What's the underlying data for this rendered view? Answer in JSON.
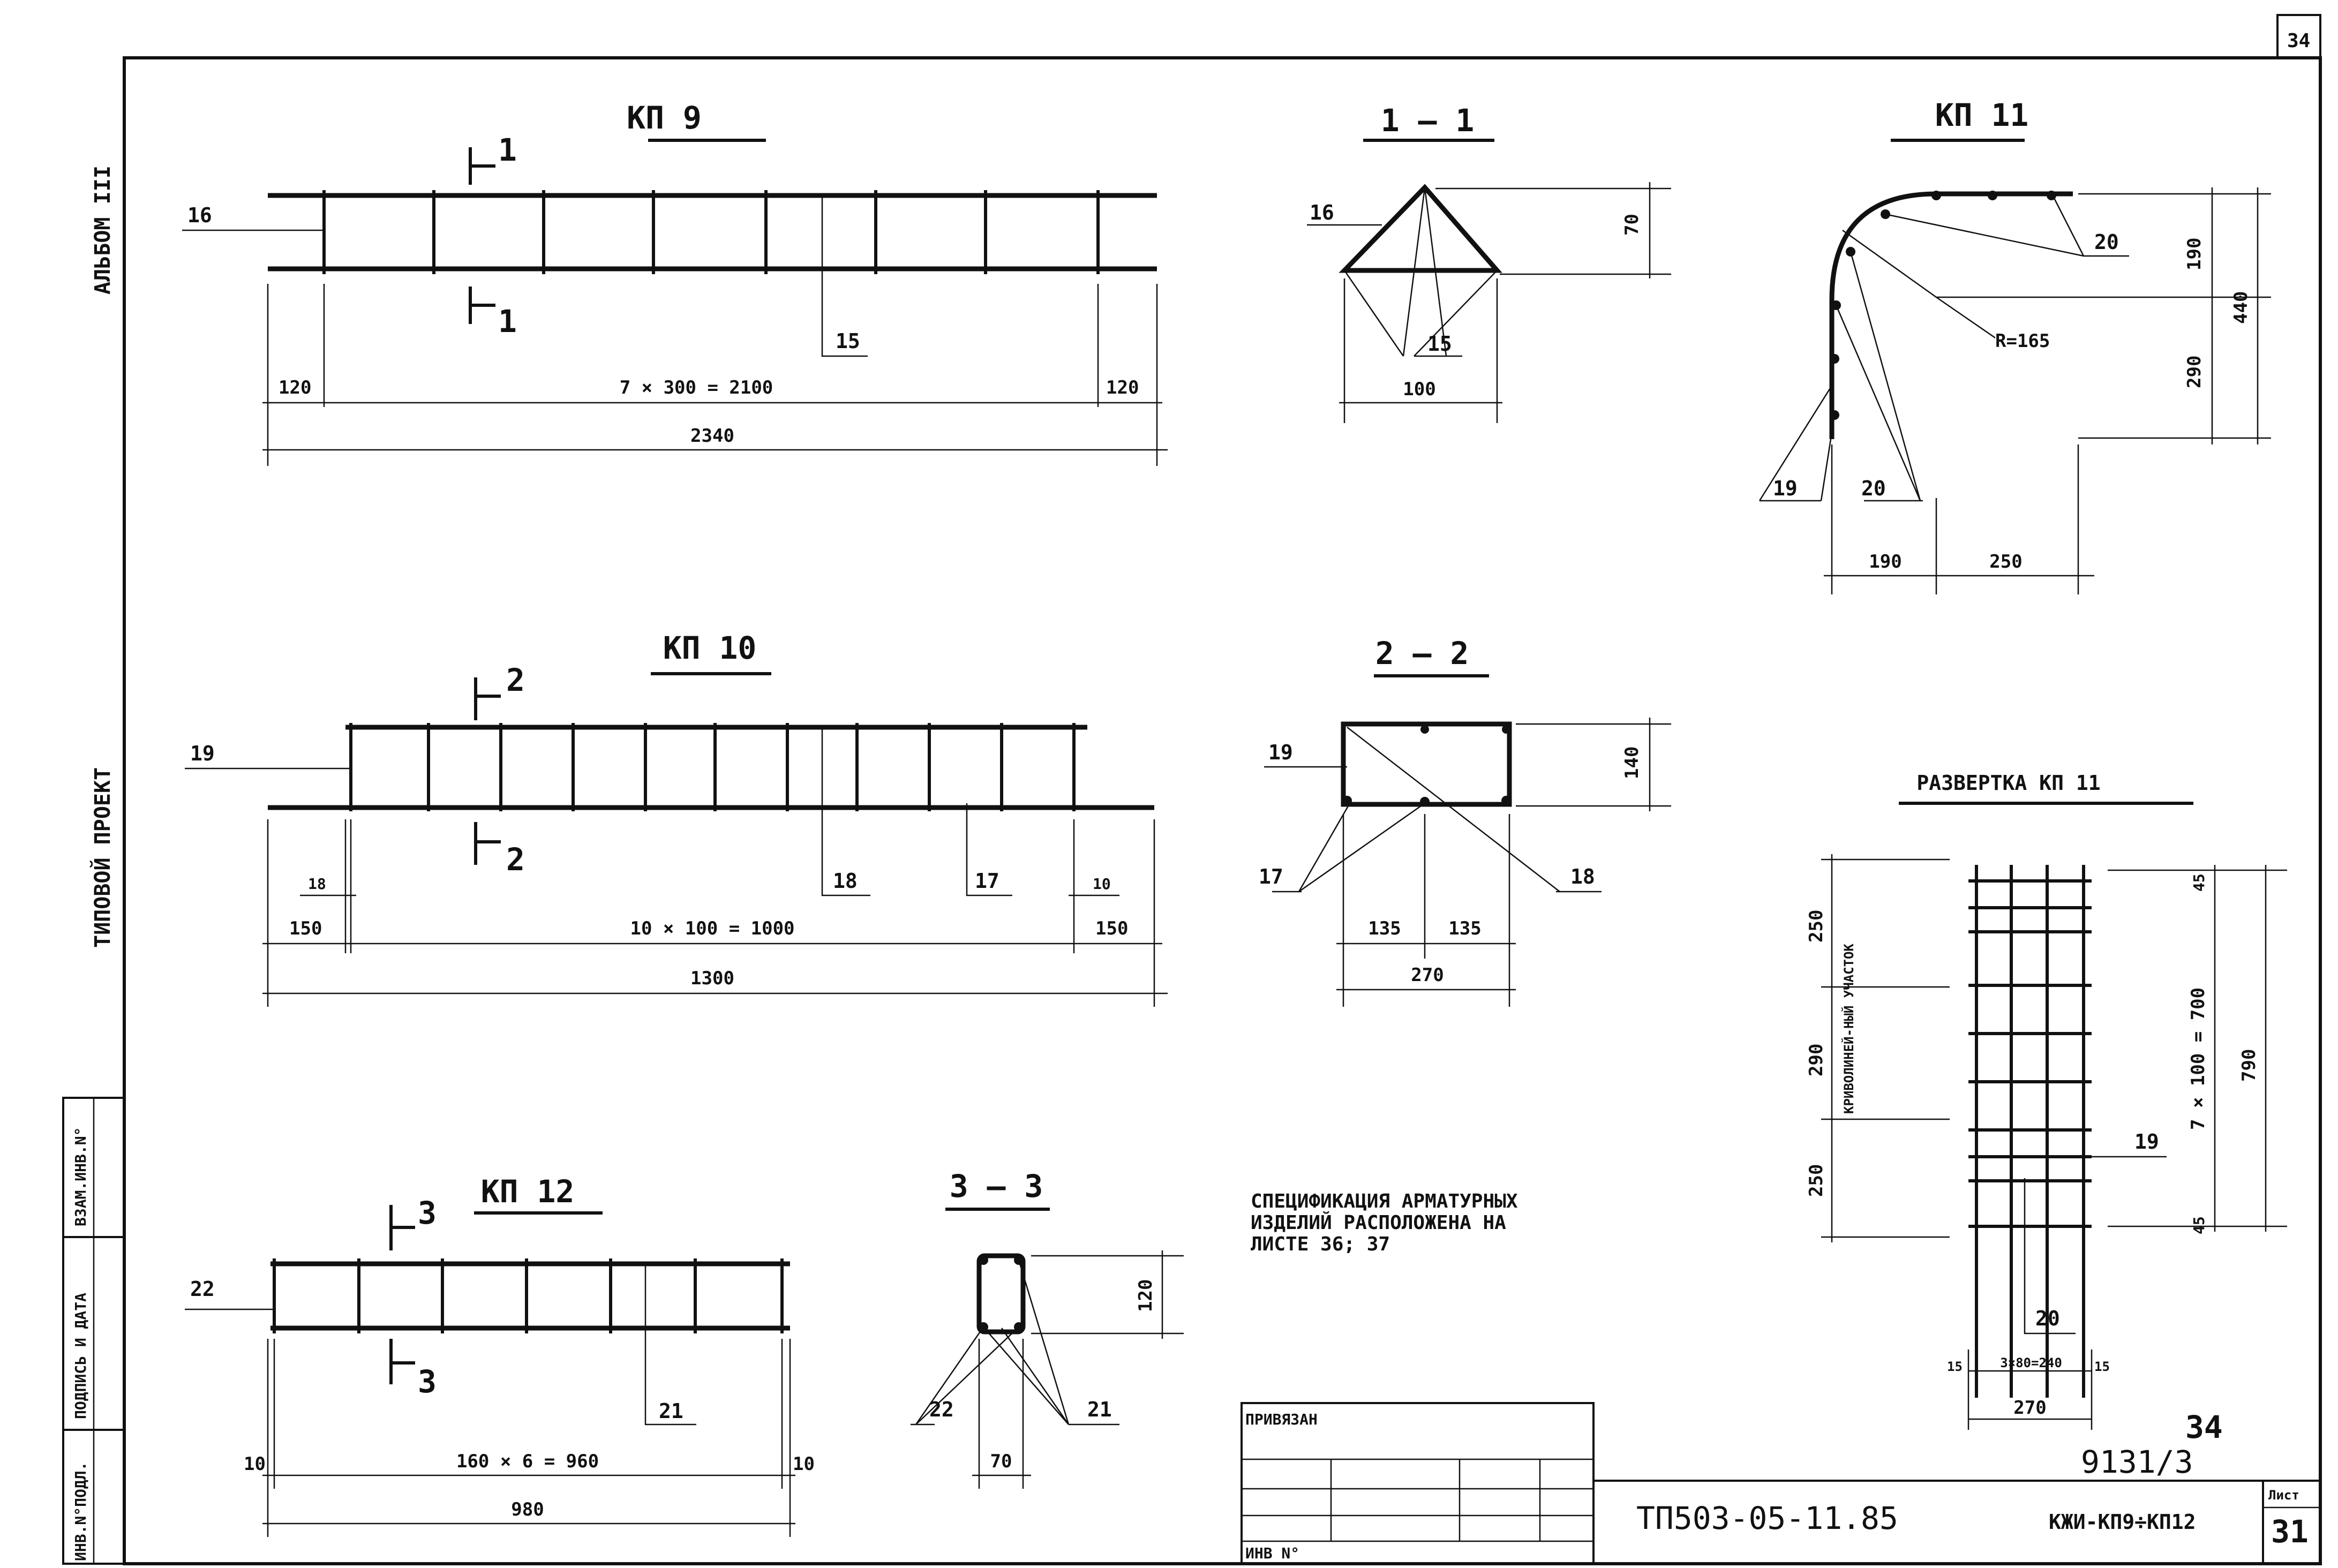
{
  "sheet_corner_number": "34",
  "sidebar": {
    "album": "АЛЬБОМ III",
    "project": "ТИПОВОЙ ПРОЕКТ",
    "stamp_col1": "ИНВ.N°ПОДЛ.",
    "stamp_col2": "ПОДПИСЬ И ДАТА",
    "stamp_col3": "ВЗАМ.ИНВ.N°"
  },
  "kp9": {
    "title": "КП 9",
    "section_mark": "1",
    "bar_16": "16",
    "bar_15": "15",
    "dim_left": "120",
    "dim_mid": "7 × 300 = 2100",
    "dim_right": "120",
    "dim_total": "2340"
  },
  "sec11": {
    "title": "1 — 1",
    "bar_16": "16",
    "bar_15": "15",
    "dim_h": "70",
    "dim_w": "100"
  },
  "kp11": {
    "title": "КП 11",
    "bar_20a": "20",
    "bar_20b": "20",
    "bar_19": "19",
    "radius": "R=165",
    "dim_190v": "190",
    "dim_290v": "290",
    "dim_440": "440",
    "dim_190h": "190",
    "dim_250h": "250"
  },
  "kp10": {
    "title": "КП 10",
    "section_mark": "2",
    "bar_19": "19",
    "bar_18": "18",
    "bar_17": "17",
    "dim_18": "18",
    "dim_10": "10",
    "dim_left": "150",
    "dim_mid": "10 × 100 = 1000",
    "dim_right": "150",
    "dim_total": "1300"
  },
  "sec22": {
    "title": "2 — 2",
    "bar_19": "19",
    "bar_17": "17",
    "bar_18": "18",
    "dim_h": "140",
    "dim_a": "135",
    "dim_b": "135",
    "dim_w": "270"
  },
  "razv": {
    "title": "РАЗВЕРТКА КП 11",
    "dim_250a": "250",
    "dim_290": "290",
    "dim_250b": "250",
    "curve_note": "КРИВОЛИНЕЙ-НЫЙ УЧАСТОК",
    "dim_45a": "45",
    "dim_mid": "7 × 100 = 700",
    "dim_790": "790",
    "dim_45b": "45",
    "bar_19": "19",
    "bar_20": "20",
    "dim_15a": "15",
    "dim_span": "3×80=240",
    "dim_15b": "15",
    "dim_270": "270"
  },
  "kp12": {
    "title": "КП 12",
    "section_mark": "3",
    "bar_22": "22",
    "bar_21": "21",
    "dim_left": "10",
    "dim_mid": "160 × 6 = 960",
    "dim_right": "10",
    "dim_total": "980"
  },
  "sec33": {
    "title": "3 — 3",
    "bar_22": "22",
    "bar_21": "21",
    "dim_h": "120",
    "dim_w": "70"
  },
  "note": {
    "line1": "СПЕЦИФИКАЦИЯ АРМАТУРНЫХ",
    "line2": "ИЗДЕЛИЙ РАСПОЛОЖЕНА НА",
    "line3": "ЛИСТЕ 36; 37"
  },
  "stamp": {
    "title": "ПРИВЯЗАН",
    "inv": "ИНВ N°",
    "handwritten_num": "34",
    "album_code": "9131/3",
    "project_code": "ТП503-05-11.85",
    "drawing_code": "КЖИ-КП9÷КП12",
    "sheet_label": "Лист",
    "sheet_num": "31"
  }
}
